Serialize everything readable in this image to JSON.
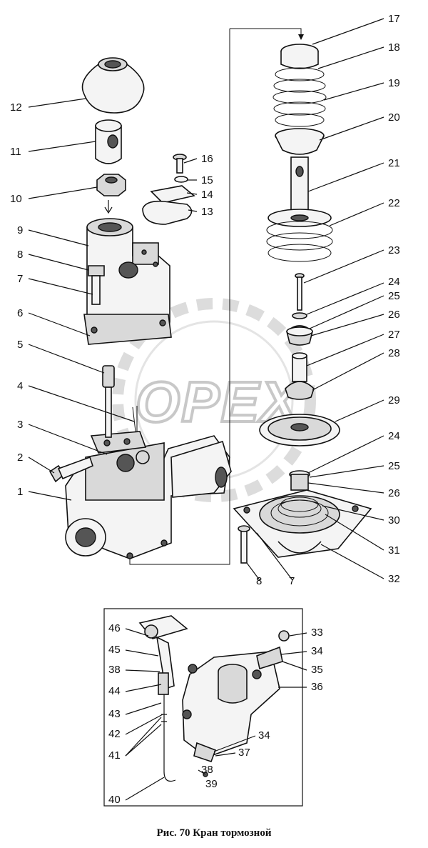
{
  "caption": "Рис. 70  Кран тормозной",
  "watermark": "OPEX",
  "callouts": {
    "c1": "1",
    "c2": "2",
    "c3": "3",
    "c4": "4",
    "c5": "5",
    "c6": "6",
    "c7a": "7",
    "c7b": "7",
    "c8a": "8",
    "c8b": "8",
    "c9": "9",
    "c10": "10",
    "c11": "11",
    "c12": "12",
    "c13": "13",
    "c14": "14",
    "c15": "15",
    "c16": "16",
    "c17": "17",
    "c18": "18",
    "c19": "19",
    "c20": "20",
    "c21": "21",
    "c22": "22",
    "c23": "23",
    "c24a": "24",
    "c24b": "24",
    "c25a": "25",
    "c25b": "25",
    "c26a": "26",
    "c26b": "26",
    "c27": "27",
    "c28": "28",
    "c29": "29",
    "c30": "30",
    "c31": "31",
    "c32": "32",
    "c33": "33",
    "c34a": "34",
    "c34b": "34",
    "c35": "35",
    "c36": "36",
    "c37": "37",
    "c38a": "38",
    "c38b": "38",
    "c39": "39",
    "c40": "40",
    "c41": "41",
    "c42": "42",
    "c43": "43",
    "c44": "44",
    "c45": "45",
    "c46": "46"
  }
}
